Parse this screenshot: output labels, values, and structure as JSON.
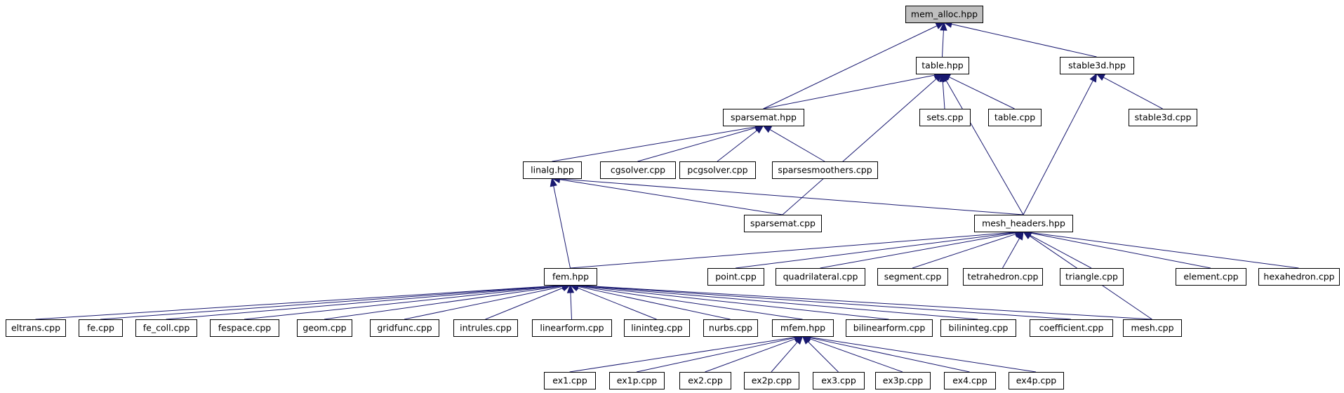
{
  "diagram": {
    "edge_color": "#191970",
    "root_fill": "#bfbfbf",
    "nodes": [
      {
        "id": "mem_alloc_hpp",
        "label": "mem_alloc.hpp",
        "root": true
      },
      {
        "id": "table_hpp",
        "label": "table.hpp"
      },
      {
        "id": "stable3d_hpp",
        "label": "stable3d.hpp"
      },
      {
        "id": "sparsemat_hpp",
        "label": "sparsemat.hpp"
      },
      {
        "id": "sets_cpp",
        "label": "sets.cpp"
      },
      {
        "id": "table_cpp",
        "label": "table.cpp"
      },
      {
        "id": "stable3d_cpp",
        "label": "stable3d.cpp"
      },
      {
        "id": "linalg_hpp",
        "label": "linalg.hpp"
      },
      {
        "id": "cgsolver_cpp",
        "label": "cgsolver.cpp"
      },
      {
        "id": "pcgsolver_cpp",
        "label": "pcgsolver.cpp"
      },
      {
        "id": "sparsesmoothers_cpp",
        "label": "sparsesmoothers.cpp"
      },
      {
        "id": "sparsemat_cpp",
        "label": "sparsemat.cpp"
      },
      {
        "id": "mesh_headers_hpp",
        "label": "mesh_headers.hpp"
      },
      {
        "id": "fem_hpp",
        "label": "fem.hpp"
      },
      {
        "id": "point_cpp",
        "label": "point.cpp"
      },
      {
        "id": "quadrilateral_cpp",
        "label": "quadrilateral.cpp"
      },
      {
        "id": "segment_cpp",
        "label": "segment.cpp"
      },
      {
        "id": "tetrahedron_cpp",
        "label": "tetrahedron.cpp"
      },
      {
        "id": "triangle_cpp",
        "label": "triangle.cpp"
      },
      {
        "id": "element_cpp",
        "label": "element.cpp"
      },
      {
        "id": "hexahedron_cpp",
        "label": "hexahedron.cpp"
      },
      {
        "id": "eltrans_cpp",
        "label": "eltrans.cpp"
      },
      {
        "id": "fe_cpp",
        "label": "fe.cpp"
      },
      {
        "id": "fe_coll_cpp",
        "label": "fe_coll.cpp"
      },
      {
        "id": "fespace_cpp",
        "label": "fespace.cpp"
      },
      {
        "id": "geom_cpp",
        "label": "geom.cpp"
      },
      {
        "id": "gridfunc_cpp",
        "label": "gridfunc.cpp"
      },
      {
        "id": "intrules_cpp",
        "label": "intrules.cpp"
      },
      {
        "id": "linearform_cpp",
        "label": "linearform.cpp"
      },
      {
        "id": "lininteg_cpp",
        "label": "lininteg.cpp"
      },
      {
        "id": "nurbs_cpp",
        "label": "nurbs.cpp"
      },
      {
        "id": "mfem_hpp",
        "label": "mfem.hpp"
      },
      {
        "id": "bilinearform_cpp",
        "label": "bilinearform.cpp"
      },
      {
        "id": "bilininteg_cpp",
        "label": "bilininteg.cpp"
      },
      {
        "id": "coefficient_cpp",
        "label": "coefficient.cpp"
      },
      {
        "id": "mesh_cpp",
        "label": "mesh.cpp"
      },
      {
        "id": "ex1_cpp",
        "label": "ex1.cpp"
      },
      {
        "id": "ex1p_cpp",
        "label": "ex1p.cpp"
      },
      {
        "id": "ex2_cpp",
        "label": "ex2.cpp"
      },
      {
        "id": "ex2p_cpp",
        "label": "ex2p.cpp"
      },
      {
        "id": "ex3_cpp",
        "label": "ex3.cpp"
      },
      {
        "id": "ex3p_cpp",
        "label": "ex3p.cpp"
      },
      {
        "id": "ex4_cpp",
        "label": "ex4.cpp"
      },
      {
        "id": "ex4p_cpp",
        "label": "ex4p.cpp"
      }
    ],
    "edges": [
      {
        "from": "table_hpp",
        "to": "mem_alloc_hpp"
      },
      {
        "from": "sparsemat_hpp",
        "to": "mem_alloc_hpp"
      },
      {
        "from": "stable3d_hpp",
        "to": "mem_alloc_hpp"
      },
      {
        "from": "sparsemat_hpp",
        "to": "table_hpp"
      },
      {
        "from": "sets_cpp",
        "to": "table_hpp"
      },
      {
        "from": "table_cpp",
        "to": "table_hpp"
      },
      {
        "from": "sparsemat_cpp",
        "to": "table_hpp"
      },
      {
        "from": "mesh_headers_hpp",
        "to": "table_hpp"
      },
      {
        "from": "stable3d_cpp",
        "to": "stable3d_hpp"
      },
      {
        "from": "mesh_headers_hpp",
        "to": "stable3d_hpp"
      },
      {
        "from": "linalg_hpp",
        "to": "sparsemat_hpp"
      },
      {
        "from": "cgsolver_cpp",
        "to": "sparsemat_hpp"
      },
      {
        "from": "pcgsolver_cpp",
        "to": "sparsemat_hpp"
      },
      {
        "from": "sparsesmoothers_cpp",
        "to": "sparsemat_hpp"
      },
      {
        "from": "sparsemat_cpp",
        "to": "linalg_hpp"
      },
      {
        "from": "mesh_headers_hpp",
        "to": "linalg_hpp"
      },
      {
        "from": "fem_hpp",
        "to": "linalg_hpp"
      },
      {
        "from": "fem_hpp",
        "to": "mesh_headers_hpp"
      },
      {
        "from": "point_cpp",
        "to": "mesh_headers_hpp"
      },
      {
        "from": "quadrilateral_cpp",
        "to": "mesh_headers_hpp"
      },
      {
        "from": "segment_cpp",
        "to": "mesh_headers_hpp"
      },
      {
        "from": "tetrahedron_cpp",
        "to": "mesh_headers_hpp"
      },
      {
        "from": "triangle_cpp",
        "to": "mesh_headers_hpp"
      },
      {
        "from": "element_cpp",
        "to": "mesh_headers_hpp"
      },
      {
        "from": "hexahedron_cpp",
        "to": "mesh_headers_hpp"
      },
      {
        "from": "mesh_cpp",
        "to": "mesh_headers_hpp"
      },
      {
        "from": "eltrans_cpp",
        "to": "fem_hpp"
      },
      {
        "from": "fe_cpp",
        "to": "fem_hpp"
      },
      {
        "from": "fe_coll_cpp",
        "to": "fem_hpp"
      },
      {
        "from": "fespace_cpp",
        "to": "fem_hpp"
      },
      {
        "from": "geom_cpp",
        "to": "fem_hpp"
      },
      {
        "from": "gridfunc_cpp",
        "to": "fem_hpp"
      },
      {
        "from": "intrules_cpp",
        "to": "fem_hpp"
      },
      {
        "from": "linearform_cpp",
        "to": "fem_hpp"
      },
      {
        "from": "lininteg_cpp",
        "to": "fem_hpp"
      },
      {
        "from": "nurbs_cpp",
        "to": "fem_hpp"
      },
      {
        "from": "mfem_hpp",
        "to": "fem_hpp"
      },
      {
        "from": "bilinearform_cpp",
        "to": "fem_hpp"
      },
      {
        "from": "bilininteg_cpp",
        "to": "fem_hpp"
      },
      {
        "from": "coefficient_cpp",
        "to": "fem_hpp"
      },
      {
        "from": "mesh_cpp",
        "to": "fem_hpp"
      },
      {
        "from": "ex1_cpp",
        "to": "mfem_hpp"
      },
      {
        "from": "ex1p_cpp",
        "to": "mfem_hpp"
      },
      {
        "from": "ex2_cpp",
        "to": "mfem_hpp"
      },
      {
        "from": "ex2p_cpp",
        "to": "mfem_hpp"
      },
      {
        "from": "ex3_cpp",
        "to": "mfem_hpp"
      },
      {
        "from": "ex3p_cpp",
        "to": "mfem_hpp"
      },
      {
        "from": "ex4_cpp",
        "to": "mfem_hpp"
      },
      {
        "from": "ex4p_cpp",
        "to": "mfem_hpp"
      }
    ]
  }
}
